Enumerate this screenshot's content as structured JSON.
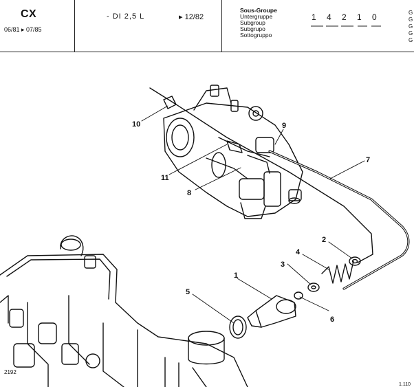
{
  "header": {
    "model": "CX",
    "date_range": "06/81 ▸ 07/85",
    "variant": "- DI 2,5 L",
    "from_date": "▸ 12/82",
    "subgroup_labels": [
      "Sous-Groupe",
      "Untergruppe",
      "Subgroup",
      "Subgrupo",
      "Sottogruppo"
    ],
    "subgroup_code": "1 4 2 1 0",
    "edge_letters": [
      "G",
      "G",
      "G",
      "G",
      "G"
    ]
  },
  "diagram": {
    "callouts": {
      "c1": "1",
      "c2": "2",
      "c3": "3",
      "c4": "4",
      "c5": "5",
      "c6": "6",
      "c7": "7",
      "c8": "8",
      "c9": "9",
      "c10": "10",
      "c11": "11"
    }
  },
  "footer": {
    "figure_ref": "2192",
    "page_ref": "1.110"
  }
}
